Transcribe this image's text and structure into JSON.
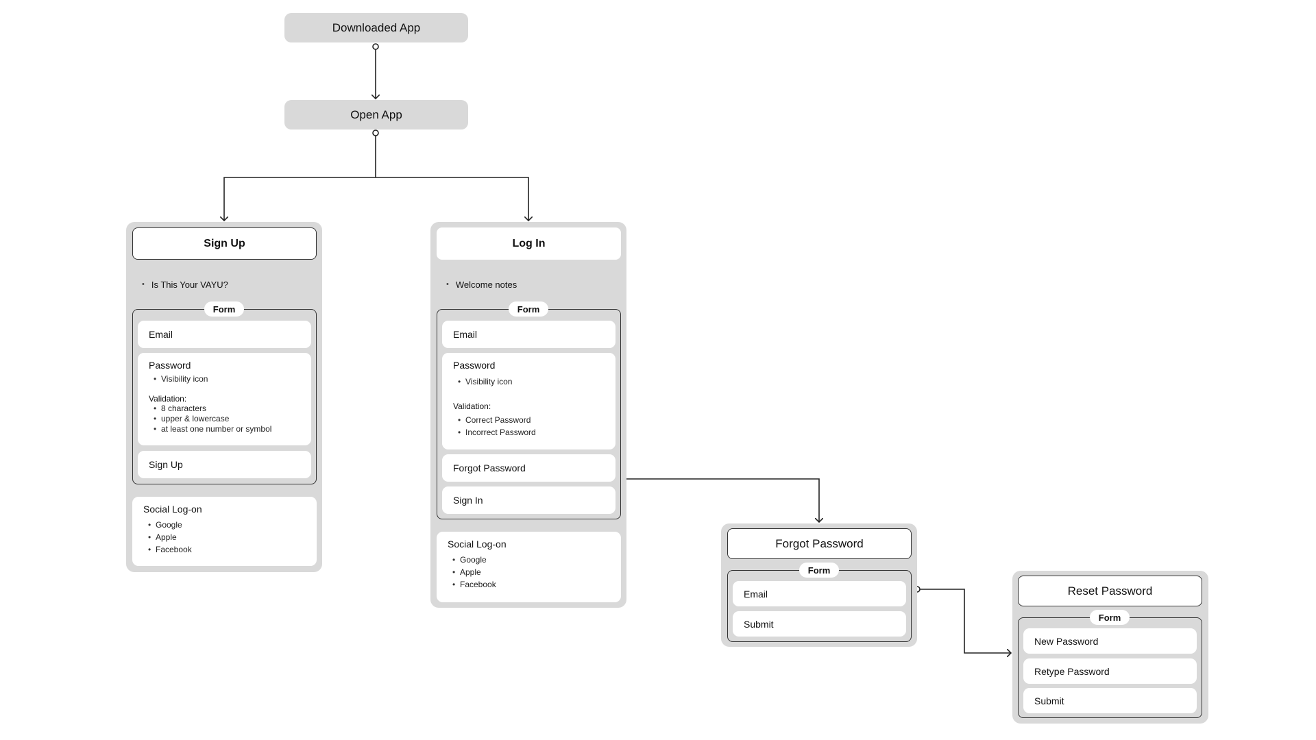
{
  "flow": {
    "downloaded_app": "Downloaded App",
    "open_app": "Open App"
  },
  "signup": {
    "title": "Sign Up",
    "note": "Is This Your VAYU?",
    "form_label": "Form",
    "email": "Email",
    "password": "Password",
    "password_items": [
      "Visibility icon"
    ],
    "validation_label": "Validation:",
    "validation_items": [
      "8 characters",
      "upper & lowercase",
      "at least one number or symbol"
    ],
    "submit": "Sign Up",
    "social_title": "Social Log-on",
    "social_items": [
      "Google",
      "Apple",
      "Facebook"
    ]
  },
  "login": {
    "title": "Log In",
    "note": "Welcome notes",
    "form_label": "Form",
    "email": "Email",
    "password": "Password",
    "password_items": [
      "Visibility icon"
    ],
    "validation_label": "Validation:",
    "validation_items": [
      "Correct Password",
      "Incorrect Password"
    ],
    "forgot": "Forgot Password",
    "submit": "Sign In",
    "social_title": "Social Log-on",
    "social_items": [
      "Google",
      "Apple",
      "Facebook"
    ]
  },
  "forgot": {
    "title": "Forgot Password",
    "form_label": "Form",
    "email": "Email",
    "submit": "Submit"
  },
  "reset": {
    "title": "Reset Password",
    "form_label": "Form",
    "new_password": "New Password",
    "retype_password": "Retype Password",
    "submit": "Submit"
  },
  "colors": {
    "panel": "#d9d9d9",
    "card": "#ffffff",
    "line": "#222222"
  }
}
